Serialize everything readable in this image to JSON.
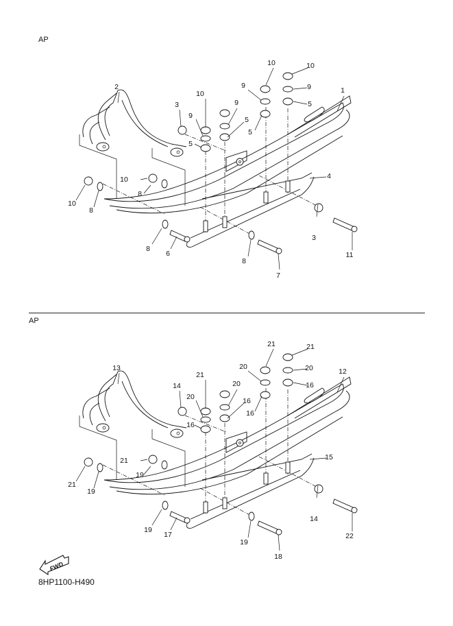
{
  "sections": [
    {
      "label": "AP",
      "callouts": [
        "1",
        "2",
        "3",
        "3",
        "4",
        "5",
        "5",
        "5",
        "5",
        "6",
        "7",
        "8",
        "8",
        "8",
        "8",
        "9",
        "9",
        "9",
        "9",
        "10",
        "10",
        "10",
        "10",
        "10",
        "11"
      ]
    },
    {
      "label": "AP",
      "callouts": [
        "12",
        "13",
        "14",
        "14",
        "15",
        "16",
        "16",
        "16",
        "16",
        "17",
        "18",
        "19",
        "19",
        "19",
        "19",
        "20",
        "20",
        "20",
        "20",
        "21",
        "21",
        "21",
        "21",
        "21",
        "22"
      ]
    }
  ],
  "fwd_label": "FWD",
  "diagram_code": "8HP1100-H490"
}
